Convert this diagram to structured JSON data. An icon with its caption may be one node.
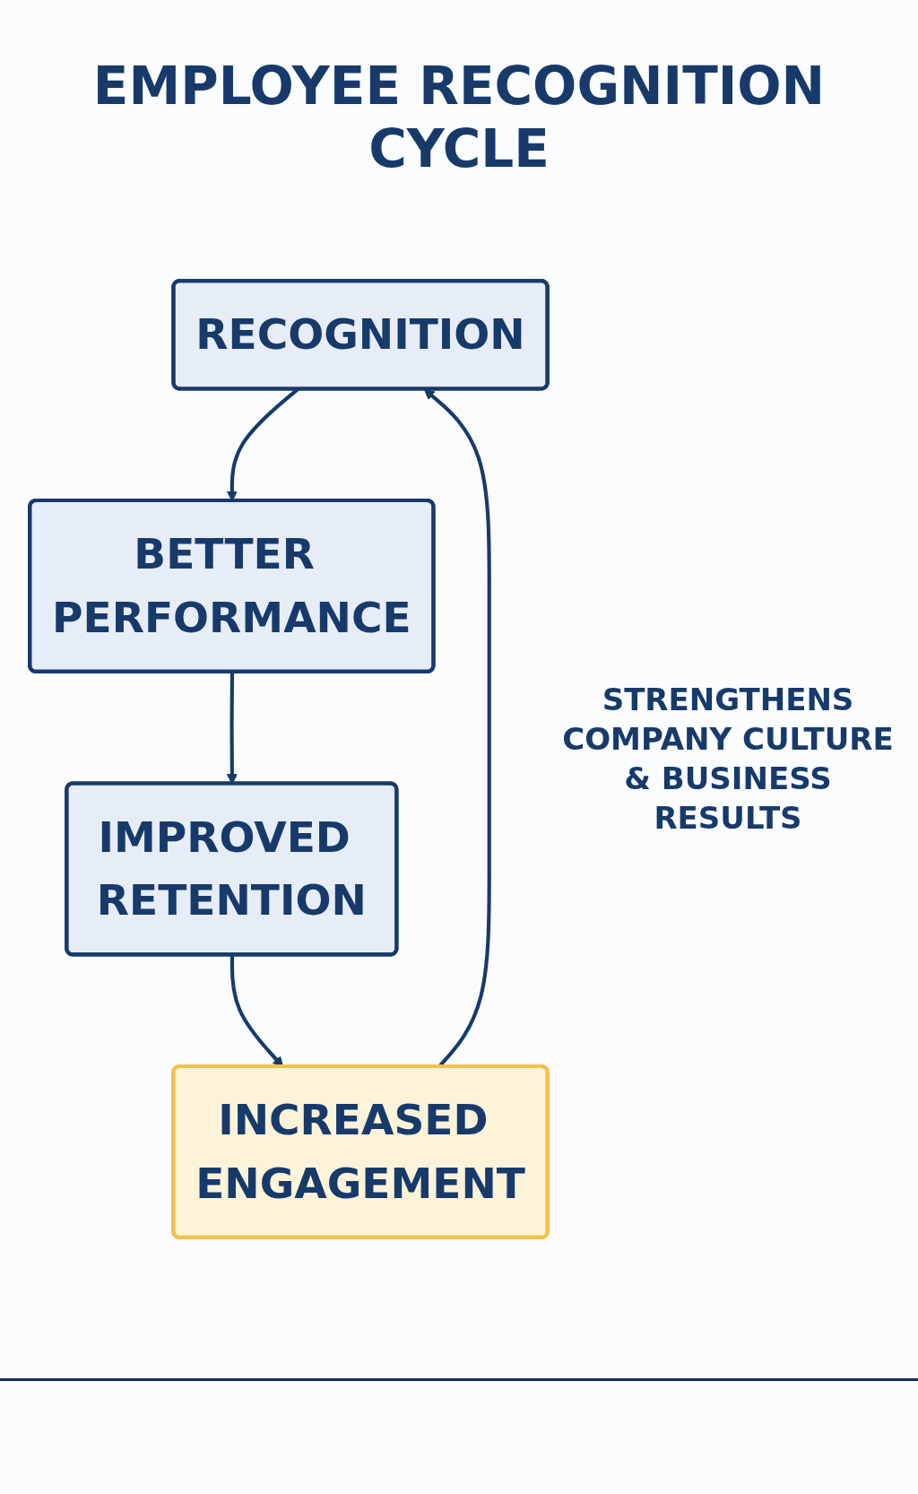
{
  "diagram": {
    "title": "EMPLOYEE RECOGNITION CYCLE",
    "nodes": [
      {
        "text": [
          "RECOGNITION"
        ]
      },
      {
        "text": [
          "BETTER PERFORMANCE"
        ]
      },
      {
        "text": [
          "IMPROVED RETENTION"
        ]
      },
      {
        "text": [
          "INCREASED ENGAGEMENT"
        ]
      }
    ],
    "edges": [
      {
        "from": 0,
        "to": 1,
        "arrow": "to"
      },
      {
        "from": 1,
        "to": 2,
        "arrow": "to"
      },
      {
        "from": 2,
        "to": 3,
        "arrow": "to"
      },
      {
        "from": 3,
        "to": 0,
        "arrow": "to"
      }
    ],
    "labels": [
      "STRENGTHENS COMPANY CULTURE & BUSINESS RESULTS"
    ]
  }
}
